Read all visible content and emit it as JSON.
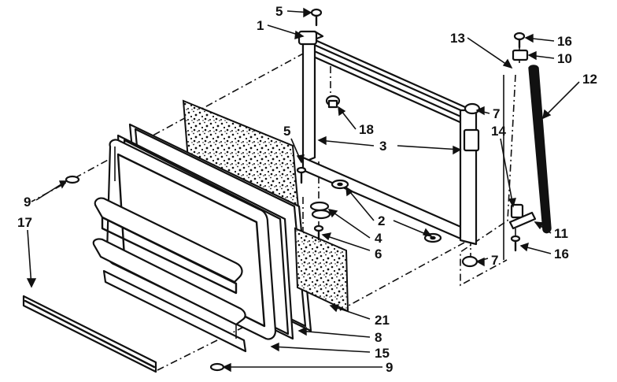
{
  "diagram": {
    "colors": {
      "ink": "#111111",
      "paper": "#ffffff"
    },
    "callouts": [
      {
        "id": "c5a",
        "text": "5"
      },
      {
        "id": "c1",
        "text": "1"
      },
      {
        "id": "c13",
        "text": "13"
      },
      {
        "id": "c16a",
        "text": "16"
      },
      {
        "id": "c10",
        "text": "10"
      },
      {
        "id": "c12",
        "text": "12"
      },
      {
        "id": "c7a",
        "text": "7"
      },
      {
        "id": "c18",
        "text": "18"
      },
      {
        "id": "c14",
        "text": "14"
      },
      {
        "id": "c5b",
        "text": "5"
      },
      {
        "id": "c3",
        "text": "3"
      },
      {
        "id": "c9a",
        "text": "9"
      },
      {
        "id": "c17",
        "text": "17"
      },
      {
        "id": "c2",
        "text": "2"
      },
      {
        "id": "c4",
        "text": "4"
      },
      {
        "id": "c6",
        "text": "6"
      },
      {
        "id": "c11",
        "text": "11"
      },
      {
        "id": "c16b",
        "text": "16"
      },
      {
        "id": "c7b",
        "text": "7"
      },
      {
        "id": "c21",
        "text": "21"
      },
      {
        "id": "c8",
        "text": "8"
      },
      {
        "id": "c15",
        "text": "15"
      },
      {
        "id": "c9b",
        "text": "9"
      }
    ]
  }
}
